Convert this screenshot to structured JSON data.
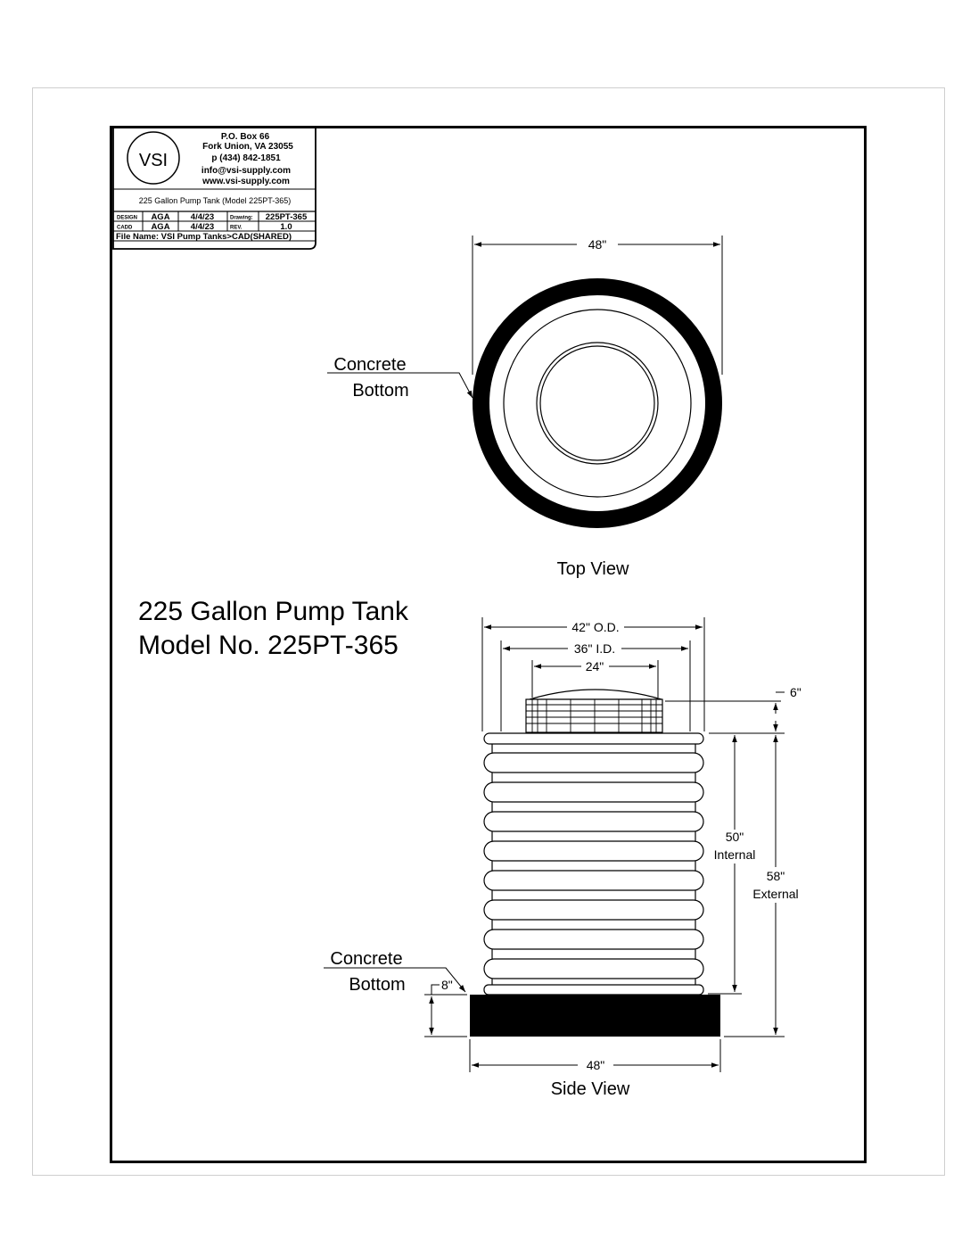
{
  "title_block": {
    "logo_text": "VSI",
    "address": [
      "P.O. Box 66",
      "Fork Union, VA 23055",
      "p (434) 842-1851",
      "info@vsi-supply.com",
      "www.vsi-supply.com"
    ],
    "drawing_title": "225 Gallon Pump Tank (Model 225PT-365)",
    "rows": [
      {
        "label": "DESIGN",
        "initials": "AGA",
        "date": "4/4/23",
        "field": "Drawing:",
        "value": "225PT-365"
      },
      {
        "label": "CADD",
        "initials": "AGA",
        "date": "4/4/23",
        "field": "REV.",
        "value": "1.0"
      }
    ],
    "file_name": "File Name: VSI Pump Tanks>CAD(SHARED)"
  },
  "top_view": {
    "caption": "Top View",
    "dim_width": "48\"",
    "callout": [
      "Concrete",
      "Bottom"
    ]
  },
  "heading": {
    "line1": "225 Gallon Pump Tank",
    "line2": "Model No. 225PT-365"
  },
  "side_view": {
    "caption": "Side View",
    "dim_od": "42\" O.D.",
    "dim_id": "36\" I.D.",
    "dim_lid": "24\"",
    "dim_riser": "6\"",
    "dim_internal": [
      "50\"",
      "Internal"
    ],
    "dim_external": [
      "58\"",
      "External"
    ],
    "dim_base": "8\"",
    "dim_bottom": "48\"",
    "callout": [
      "Concrete",
      "Bottom"
    ]
  }
}
